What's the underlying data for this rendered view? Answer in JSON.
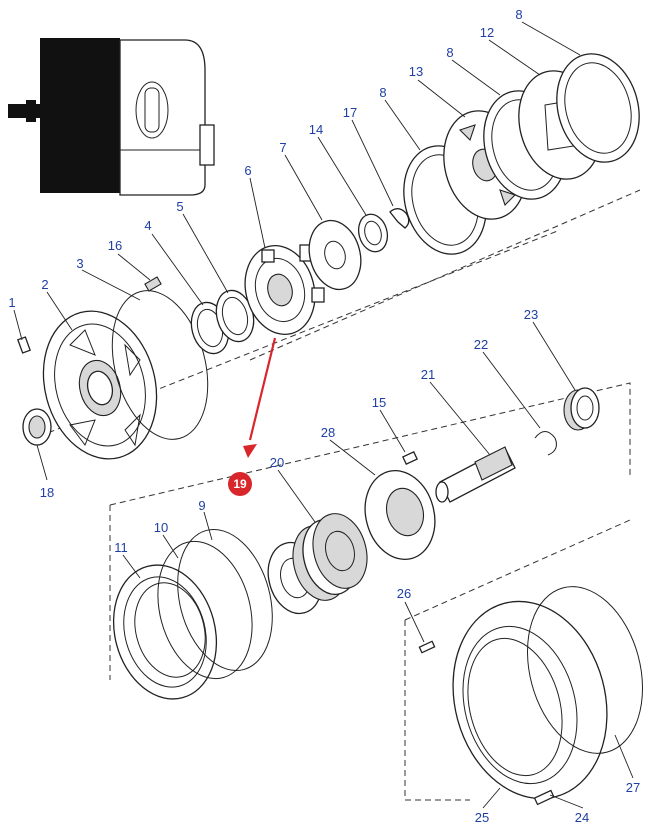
{
  "callouts": [
    {
      "id": "c1",
      "label": "1"
    },
    {
      "id": "c2",
      "label": "2"
    },
    {
      "id": "c3",
      "label": "3"
    },
    {
      "id": "c4",
      "label": "4"
    },
    {
      "id": "c5",
      "label": "5"
    },
    {
      "id": "c6",
      "label": "6"
    },
    {
      "id": "c7",
      "label": "7"
    },
    {
      "id": "c8a",
      "label": "8"
    },
    {
      "id": "c8b",
      "label": "8"
    },
    {
      "id": "c8c",
      "label": "8"
    },
    {
      "id": "c9",
      "label": "9"
    },
    {
      "id": "c10",
      "label": "10"
    },
    {
      "id": "c11",
      "label": "11"
    },
    {
      "id": "c12",
      "label": "12"
    },
    {
      "id": "c13",
      "label": "13"
    },
    {
      "id": "c14",
      "label": "14"
    },
    {
      "id": "c15",
      "label": "15"
    },
    {
      "id": "c16",
      "label": "16"
    },
    {
      "id": "c17",
      "label": "17"
    },
    {
      "id": "c18",
      "label": "18"
    },
    {
      "id": "c20",
      "label": "20"
    },
    {
      "id": "c21",
      "label": "21"
    },
    {
      "id": "c22",
      "label": "22"
    },
    {
      "id": "c23",
      "label": "23"
    },
    {
      "id": "c24",
      "label": "24"
    },
    {
      "id": "c25",
      "label": "25"
    },
    {
      "id": "c26",
      "label": "26"
    },
    {
      "id": "c27",
      "label": "27"
    },
    {
      "id": "c28",
      "label": "28"
    }
  ],
  "highlight": {
    "label": "19",
    "color": "#d8262b"
  },
  "colors": {
    "callout_text": "#1f3fa3",
    "line": "#222222",
    "arrow": "#d8262b"
  }
}
